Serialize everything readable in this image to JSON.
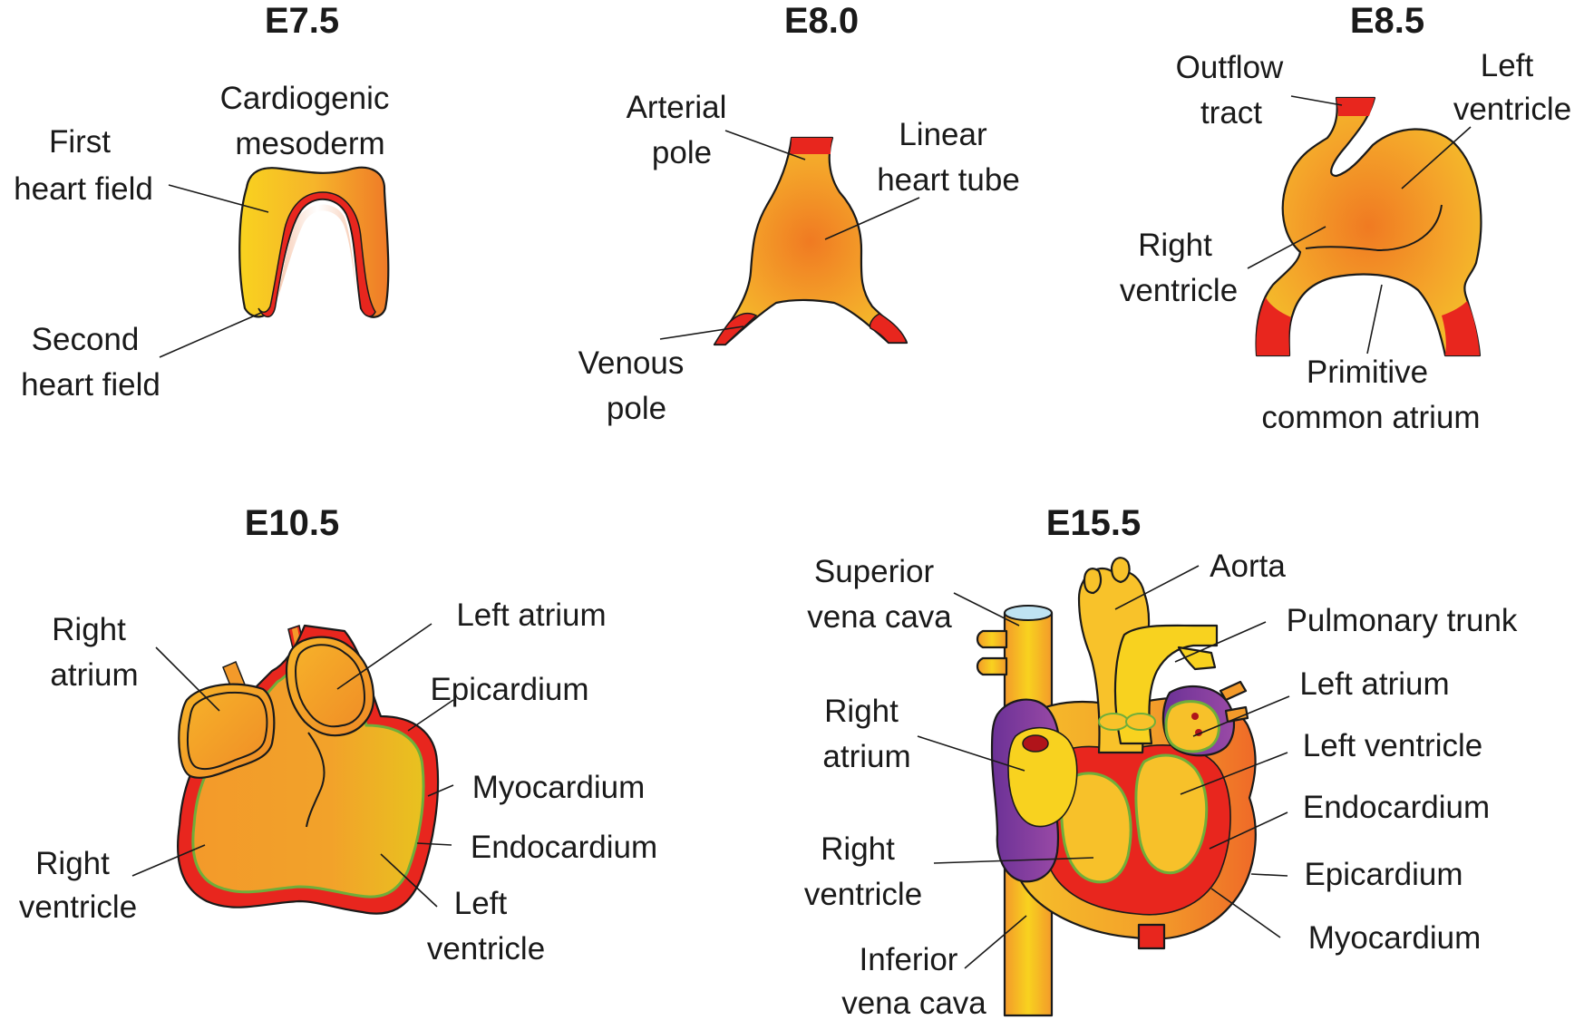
{
  "stages": {
    "e75": {
      "title": "E7.5",
      "first_heart_field": [
        "First",
        "heart field"
      ],
      "cardiogenic_mesoderm": [
        "Cardiogenic",
        "mesoderm"
      ],
      "second_heart_field": [
        "Second",
        "heart field"
      ]
    },
    "e80": {
      "title": "E8.0",
      "arterial_pole": [
        "Arterial",
        "pole"
      ],
      "linear_heart_tube": [
        "Linear",
        "heart tube"
      ],
      "venous_pole": [
        "Venous",
        "pole"
      ]
    },
    "e85": {
      "title": "E8.5",
      "outflow_tract": [
        "Outflow",
        "tract"
      ],
      "left_ventricle": [
        "Left",
        "ventricle"
      ],
      "right_ventricle": [
        "Right",
        "ventricle"
      ],
      "primitive_common_atrium": [
        "Primitive",
        "common atrium"
      ]
    },
    "e105": {
      "title": "E10.5",
      "right_atrium": [
        "Right",
        "atrium"
      ],
      "left_atrium": "Left atrium",
      "epicardium": "Epicardium",
      "myocardium": "Myocardium",
      "endocardium": "Endocardium",
      "right_ventricle": [
        "Right",
        "ventricle"
      ],
      "left_ventricle": [
        "Left",
        "ventricle"
      ]
    },
    "e155": {
      "title": "E15.5",
      "superior_vena_cava": [
        "Superior",
        "vena cava"
      ],
      "aorta": "Aorta",
      "pulmonary_trunk": "Pulmonary trunk",
      "left_atrium": "Left atrium",
      "right_atrium": [
        "Right",
        "atrium"
      ],
      "left_ventricle": "Left ventricle",
      "endocardium": "Endocardium",
      "right_ventricle": [
        "Right",
        "ventricle"
      ],
      "epicardium": "Epicardium",
      "myocardium": "Myocardium",
      "inferior_vena_cava": [
        "Inferior",
        "vena cava"
      ]
    }
  },
  "colors": {
    "yellow": "#f8d21f",
    "orange": "#f39a2a",
    "red": "#e8261e",
    "purple": "#7a3a96",
    "green": "#6fae3a",
    "vessel_blue": "#bfe3f2"
  }
}
